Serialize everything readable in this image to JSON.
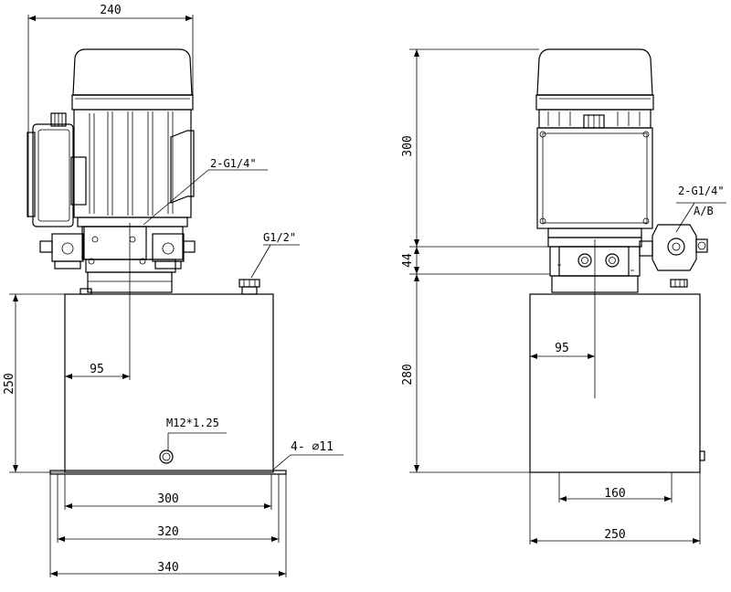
{
  "front_view": {
    "dims": {
      "top_width": "240",
      "ports_label": "2-G1/4\"",
      "fill_port": "G1/2\"",
      "tank_height": "250",
      "offset": "95",
      "drain_thread": "M12*1.25",
      "holes": "4- ⌀11",
      "w300": "300",
      "w320": "320",
      "w340": "340"
    }
  },
  "side_view": {
    "dims": {
      "motor_height": "300",
      "block_height": "44",
      "tank_height": "280",
      "offset": "95",
      "ports_label": "2-G1/4\"",
      "ports_ab": "A/B",
      "w160": "160",
      "w250": "250"
    }
  }
}
